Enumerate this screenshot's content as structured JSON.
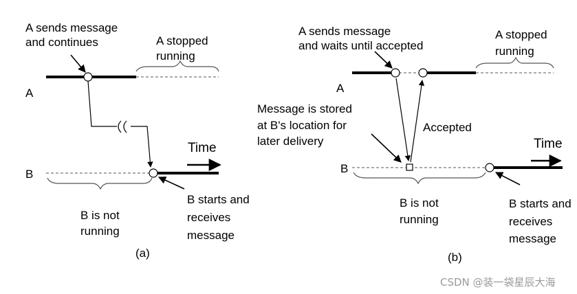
{
  "panel_a": {
    "caption": "(a)",
    "a_label": "A",
    "b_label": "B",
    "sends_line1": "A sends message",
    "sends_line2": "and continues",
    "stopped_line1": "A stopped",
    "stopped_line2": "running",
    "time_label": "Time",
    "not_running_line1": "B is not",
    "not_running_line2": "running",
    "starts_line1": "B starts and",
    "starts_line2": "receives",
    "starts_line3": "message"
  },
  "panel_b": {
    "caption": "(b)",
    "a_label": "A",
    "b_label": "B",
    "sends_line1": "A sends message",
    "sends_line2": "and waits until accepted",
    "stopped_line1": "A stopped",
    "stopped_line2": "running",
    "stored_line1": "Message is stored",
    "stored_line2": "at B's location for",
    "stored_line3": "later delivery",
    "accepted": "Accepted",
    "time_label": "Time",
    "not_running_line1": "B is not",
    "not_running_line2": "running",
    "starts_line1": "B starts and",
    "starts_line2": "receives",
    "starts_line3": "message"
  },
  "watermark": "CSDN @装一袋星辰大海",
  "colors": {
    "ink": "#000000",
    "background": "#ffffff",
    "watermark": "#9a9a9a"
  }
}
